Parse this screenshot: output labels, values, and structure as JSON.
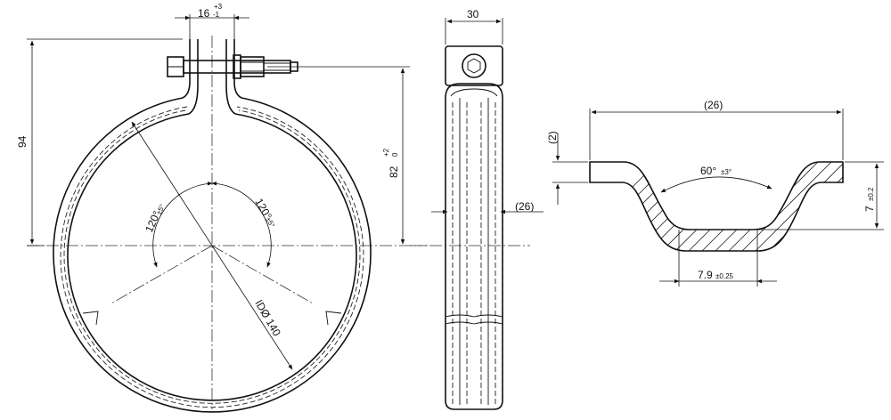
{
  "labels": {
    "width_top": "16",
    "tol_plus_top": "+3",
    "tol_minus_top": "-1",
    "height_94": "94",
    "height_82": "82",
    "tol_82_plus": "+2",
    "tol_82_zero": "0",
    "angle_left": "120°",
    "angle_left_tol": "±5°",
    "angle_right": "120°",
    "angle_right_tol": "±5°",
    "inner_diameter": "IDØ 140",
    "side_width": "30",
    "side_ref": "(26)",
    "profile_width": "(26)",
    "profile_thickness": "(2)",
    "profile_angle": "60°",
    "profile_angle_tol": "±3°",
    "profile_depth": "7",
    "profile_depth_tol": "±0.2",
    "profile_bottom": "7.9",
    "profile_bottom_tol": "±0.25"
  }
}
